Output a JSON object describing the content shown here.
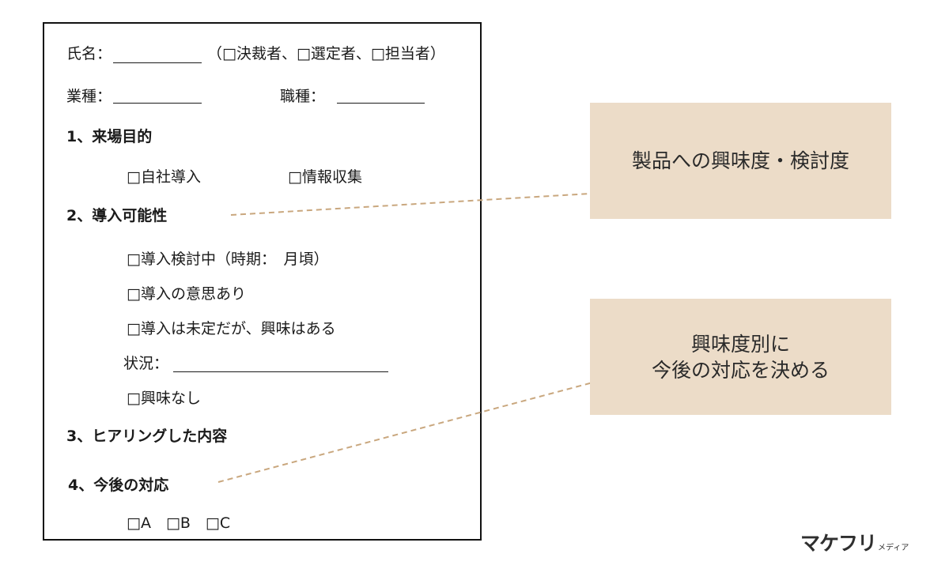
{
  "form": {
    "name_label": "氏名：",
    "role_options": "（□決裁者、□選定者、□担当者）",
    "industry_label": "業種：",
    "job_label": "職種：",
    "q1_heading": "1、来場目的",
    "q1_option1": "□自社導入",
    "q1_option2": "□情報収集",
    "q2_heading": "2、導入可能性",
    "q2_option1": "□導入検討中（時期：　月頃）",
    "q2_option2": "□導入の意思あり",
    "q2_option3": "□導入は未定だが、興味はある",
    "q2_status_label": "状況：",
    "q2_option4": "□興味なし",
    "q3_heading": "3、ヒアリングした内容",
    "q4_heading": "4、今後の対応",
    "q4_options": "□A　□B　□C"
  },
  "callouts": {
    "interest_lines": [
      "製品への興味度・検討度"
    ],
    "response_lines": [
      "興味度別に",
      "今後の対応を決める"
    ]
  },
  "colors": {
    "callout_bg": "#ecdcc8",
    "connector": "#c9a77e",
    "border": "#111111"
  },
  "logo": {
    "main": "マケフリ",
    "sub": "メディア"
  }
}
